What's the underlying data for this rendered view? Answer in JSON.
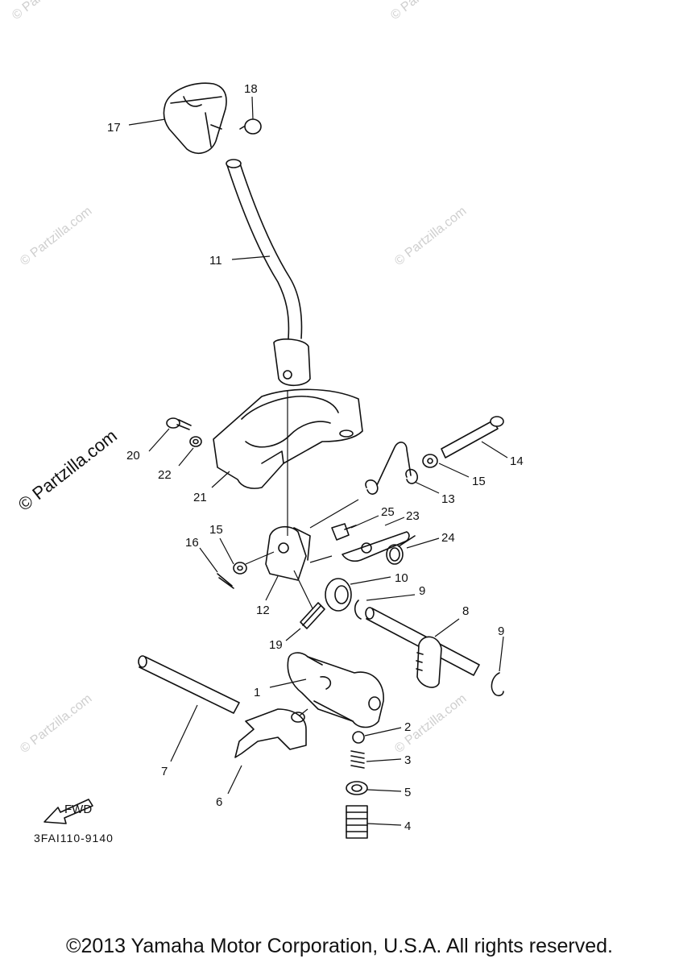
{
  "watermark": {
    "text": "© Partzilla.com",
    "main_text": "© Partzilla.com"
  },
  "callouts": [
    "1",
    "2",
    "3",
    "4",
    "5",
    "6",
    "7",
    "8",
    "9",
    "9",
    "10",
    "11",
    "12",
    "13",
    "14",
    "15",
    "15",
    "16",
    "17",
    "18",
    "19",
    "20",
    "21",
    "22",
    "23",
    "24",
    "25"
  ],
  "fwd_label": "FWD",
  "diagram_code": "3FAI110-9140",
  "footer": "©2013 Yamaha Motor Corporation, U.S.A. All rights reserved."
}
